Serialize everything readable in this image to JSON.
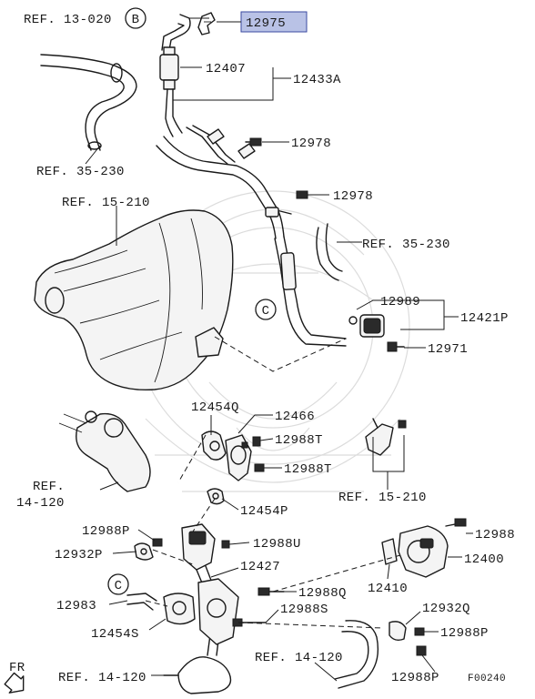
{
  "diagram_code": "F00240",
  "orientation_label": "FR",
  "highlighted_part": "12975",
  "callouts": {
    "b": "B",
    "c_top": "C",
    "c_bottom": "C"
  },
  "refs": {
    "ref_13_020": "REF. 13-020",
    "ref_35_230_left": "REF. 35-230",
    "ref_15_210_top": "REF. 15-210",
    "ref_35_230_right": "REF. 35-230",
    "ref_14_120_left_line1": "REF.",
    "ref_14_120_left_line2": "14-120",
    "ref_15_210_right": "REF. 15-210",
    "ref_14_120_mid": "REF. 14-120",
    "ref_14_120_bottom": "REF. 14-120"
  },
  "parts": {
    "p12975": "12975",
    "p12407": "12407",
    "p12433A": "12433A",
    "p12978_a": "12978",
    "p12978_b": "12978",
    "p12989": "12989",
    "p12421P": "12421P",
    "p12971": "12971",
    "p12454Q": "12454Q",
    "p12466": "12466",
    "p12988T_a": "12988T",
    "p12988T_b": "12988T",
    "p12454P": "12454P",
    "p12988P_a": "12988P",
    "p12988U": "12988U",
    "p12932P": "12932P",
    "p12427": "12427",
    "p12988": "12988",
    "p12400": "12400",
    "p12410": "12410",
    "p12988Q": "12988Q",
    "p12983": "12983",
    "p12988S": "12988S",
    "p12932Q": "12932Q",
    "p12454S": "12454S",
    "p12988P_b": "12988P",
    "p12988P_c": "12988P"
  }
}
